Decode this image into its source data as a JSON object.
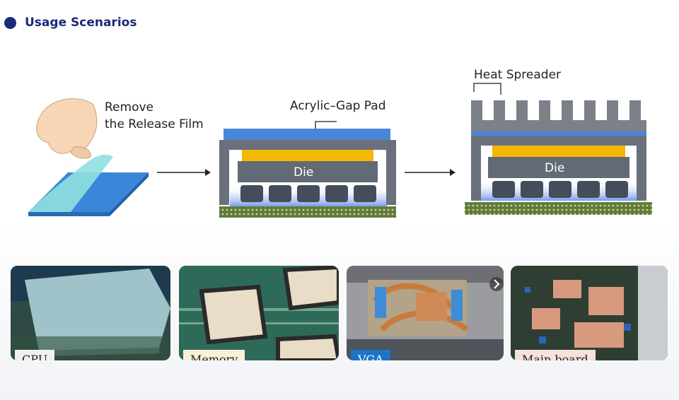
{
  "header": {
    "title": "Usage Scenarios"
  },
  "steps": {
    "step1": {
      "line1": "Remove",
      "line2": "the Release Film"
    },
    "step2": {
      "pad_label": "Acrylic–Gap Pad",
      "die_label": "Die"
    },
    "step3": {
      "spreader_label": "Heat Spreader",
      "die_label": "Die"
    }
  },
  "scenarios": [
    {
      "label": "CPU"
    },
    {
      "label": "Memory"
    },
    {
      "label": "VGA"
    },
    {
      "label": "Main board"
    }
  ],
  "colors": {
    "brand": "#1b2a78",
    "pad_blue": "#4a86d6",
    "die_gold": "#f5b800",
    "vga_tag": "#1e73c8"
  }
}
